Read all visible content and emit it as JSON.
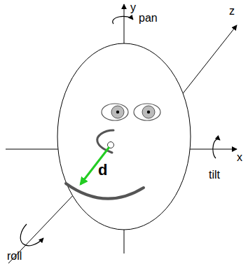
{
  "diagram": {
    "labels": [
      "y",
      "pan",
      "z",
      "x",
      "tilt",
      "d",
      "roll"
    ]
  }
}
